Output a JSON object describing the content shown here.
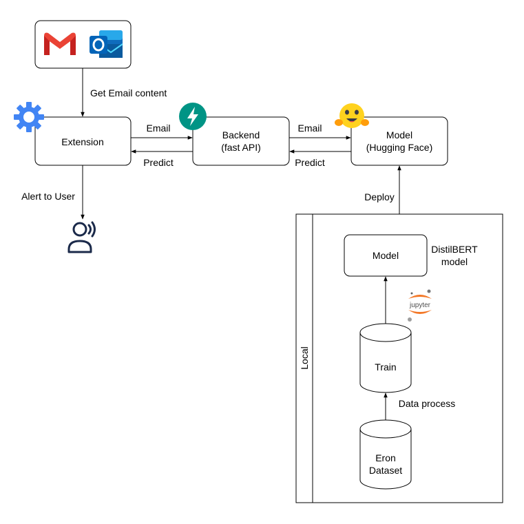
{
  "nodes": {
    "extension": {
      "line1": "Extension"
    },
    "backend": {
      "line1": "Backend",
      "line2": "(fast API)"
    },
    "hf_model": {
      "line1": "Model",
      "line2": "(Hugging Face)"
    },
    "local_model": {
      "line1": "Model"
    },
    "train": {
      "line1": "Train"
    },
    "dataset": {
      "line1": "Eron",
      "line2": "Dataset"
    }
  },
  "labels": {
    "get_email": "Get Email content",
    "email_1": "Email",
    "predict_1": "Predict",
    "email_2": "Email",
    "predict_2": "Predict",
    "alert": "Alert to User",
    "deploy": "Deploy",
    "distil_1": "DistilBERT",
    "distil_2": "model",
    "data_process": "Data process",
    "local": "Local",
    "jupyter": "jupyter"
  },
  "icons": {
    "mail_providers": [
      "gmail-icon",
      "outlook-icon"
    ],
    "extension": "gear-icon",
    "backend": "fastapi-icon",
    "model": "hugging-face-icon",
    "user": "user-voice-icon",
    "notebook": "jupyter-icon"
  },
  "colors": {
    "stroke": "#000000",
    "gear": "#4285F4",
    "fastapi": "#009485",
    "hugging_face": "#FFD21E",
    "jupyter_orange": "#F37726",
    "user_icon": "#1B2A4A",
    "gmail_red": "#EA4335",
    "outlook_blue": "#0F6CBD"
  }
}
